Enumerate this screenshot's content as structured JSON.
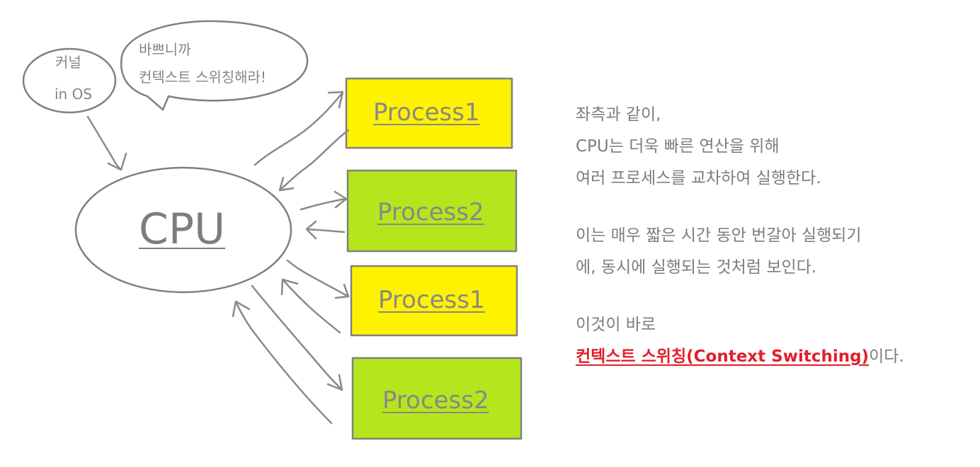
{
  "bubbles": {
    "kernel": {
      "line1": "커널",
      "line2": "in OS"
    },
    "speech": {
      "line1": "바쁘니까",
      "line2": "컨텍스트 스위칭해라!"
    }
  },
  "cpu": {
    "label": "CPU"
  },
  "processes": [
    {
      "label": "Process1",
      "color": "#fff200"
    },
    {
      "label": "Process2",
      "color": "#b5e61d"
    },
    {
      "label": "Process1",
      "color": "#fff200"
    },
    {
      "label": "Process2",
      "color": "#b5e61d"
    }
  ],
  "explanation": {
    "para1": [
      "좌측과 같이,",
      "CPU는 더욱 빠른 연산을 위해",
      "여러 프로세스를 교차하여 실행한다."
    ],
    "para2": [
      "이는 매우 짧은 시간 동안 번갈아 실행되기",
      "에, 동시에 실행되는 것처럼 보인다."
    ],
    "para3": {
      "line1": "이것이 바로",
      "highlight": "컨텍스트 스위칭(Context Switching)",
      "suffix": "이다."
    }
  },
  "colors": {
    "outline": "#808080",
    "text": "#7d7d7d",
    "highlight": "#e0202a",
    "process_yellow": "#fff200",
    "process_green": "#b5e61d"
  }
}
